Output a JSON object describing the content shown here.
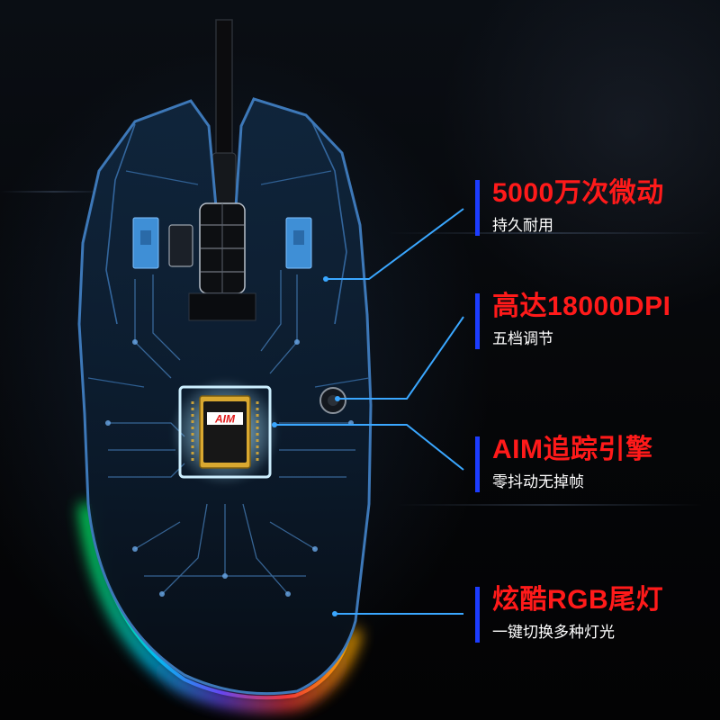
{
  "image": {
    "subject": "gaming-mouse-xray-view",
    "chip_label": "AIM",
    "colors": {
      "title_red": "#ff1a1a",
      "accent_blue": "#1c3cff",
      "leader_line": "#3aa7ff",
      "shell_outline": "#3d78b8",
      "switch_blue": "#3f8fd6"
    }
  },
  "callouts": [
    {
      "title": "5000万次微动",
      "subtitle": "持久耐用"
    },
    {
      "title": "高达18000DPI",
      "subtitle": "五档调节"
    },
    {
      "title": "AIM追踪引擎",
      "subtitle": "零抖动无掉帧"
    },
    {
      "title": "炫酷RGB尾灯",
      "subtitle": "一键切换多种灯光"
    }
  ]
}
